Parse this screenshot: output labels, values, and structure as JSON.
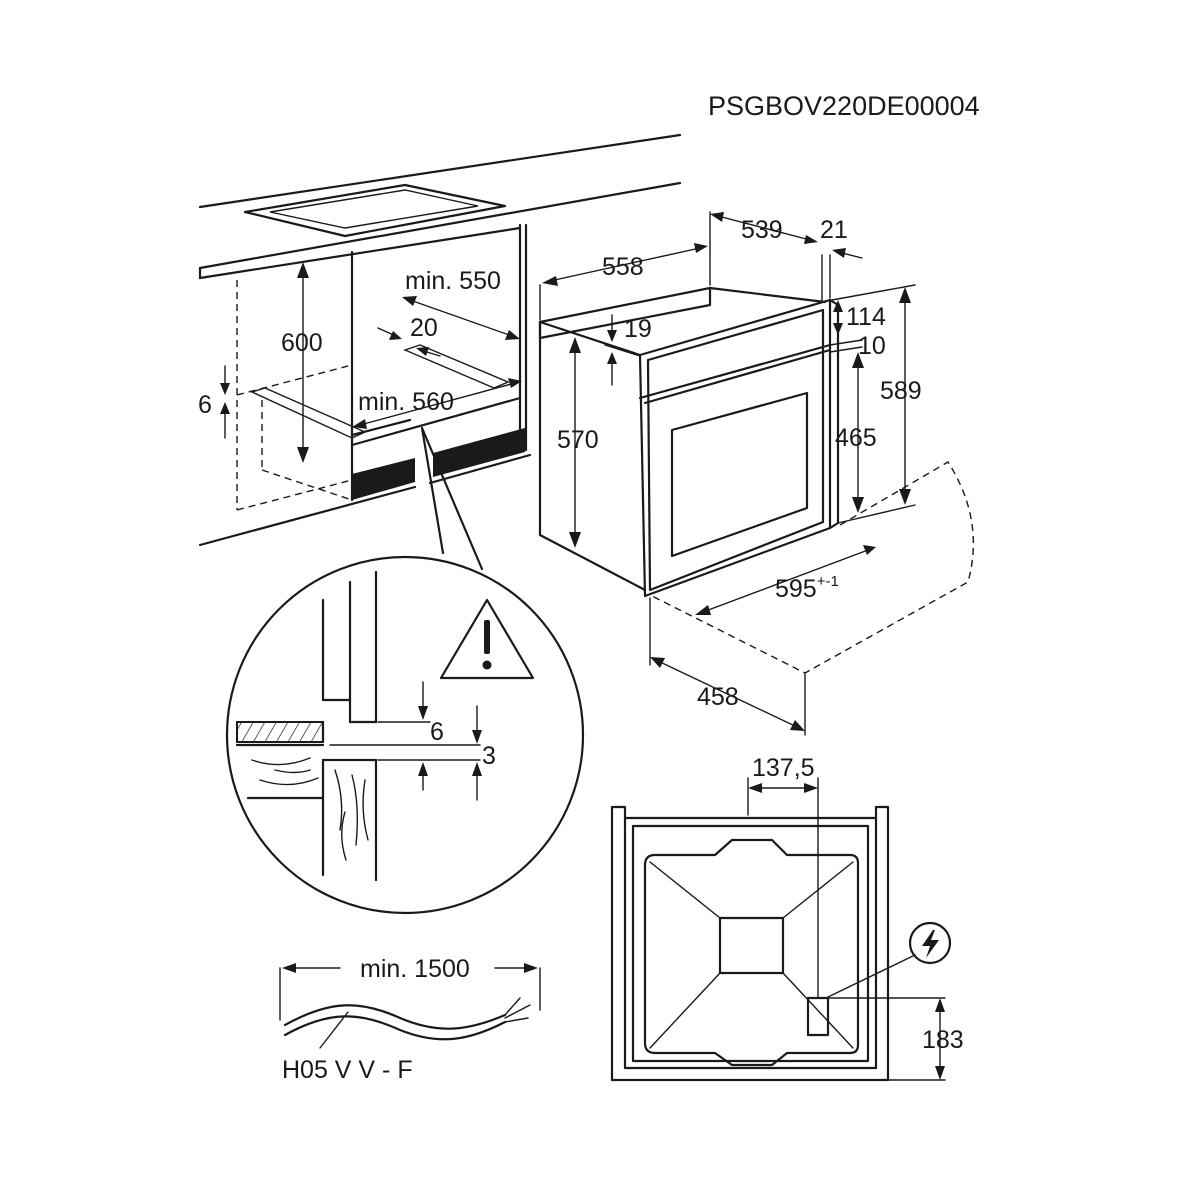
{
  "document_code": "PSGBOV220DE00004",
  "cabinet": {
    "height": "600",
    "gap": "6",
    "depth_top": "min. 550",
    "offset": "20",
    "width_bottom": "min. 560"
  },
  "oven": {
    "depth_total": "558",
    "depth_body": "539",
    "front_thickness": "21",
    "top_panel": "19",
    "front_height_top": "114",
    "front_offset": "10",
    "body_height": "570",
    "door_height": "465",
    "total_height": "589",
    "width": "595",
    "width_tolerance": "+-1",
    "side_depth": "458"
  },
  "detail": {
    "gap_upper": "6",
    "gap_lower": "3"
  },
  "cable": {
    "length": "min. 1500",
    "type": "H05 V V - F"
  },
  "rear_view": {
    "horizontal_offset": "137,5",
    "vertical_offset": "183"
  },
  "icons": [
    "warning-icon",
    "electric-connection-icon"
  ]
}
